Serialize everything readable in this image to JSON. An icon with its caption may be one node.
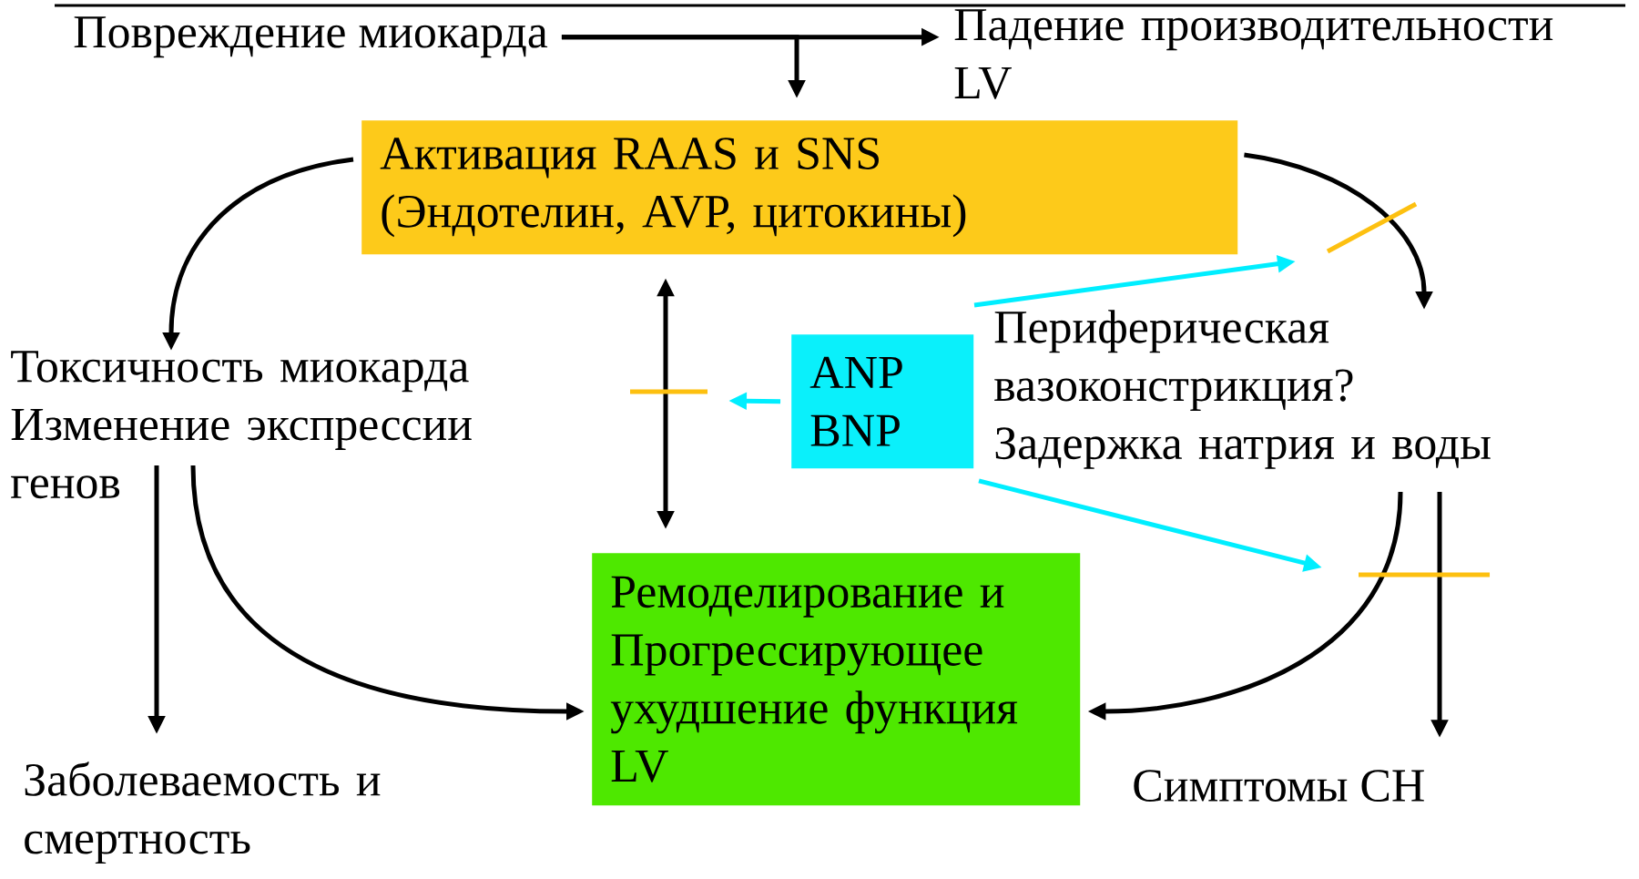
{
  "diagram": {
    "nodes": [
      {
        "text": [
          "Повреждение миокарда"
        ]
      },
      {
        "text": [
          "Падение производительности LV"
        ]
      },
      {
        "text": [
          "Активация RAAS и SNS",
          "(Эндотелин, AVP, цитокины)"
        ]
      },
      {
        "text": [
          "Токсичность миокарда",
          "Изменение экспрессии генов"
        ]
      },
      {
        "text": [
          "ANP",
          "BNP"
        ]
      },
      {
        "text": [
          "Периферическая вазоконстрикция?",
          "Задержка натрия и воды"
        ]
      },
      {
        "text": [
          "Ремоделирование и Прогрессирующее ухудшение функция LV"
        ]
      },
      {
        "text": [
          "Заболеваемость и смертность"
        ]
      },
      {
        "text": [
          "Симптомы СН"
        ]
      }
    ],
    "edges": [
      {
        "from": 0,
        "to": 1,
        "arrow": "to"
      },
      {
        "from": 0,
        "to": 2,
        "arrow": "to"
      },
      {
        "from": 2,
        "to": 3,
        "arrow": "to"
      },
      {
        "from": 2,
        "to": 5,
        "arrow": "to"
      },
      {
        "from": 2,
        "to": 6,
        "arrow": "both"
      },
      {
        "from": 4,
        "to": null,
        "arrow": "to",
        "color": "#00eeff"
      },
      {
        "from": 5,
        "to": null,
        "arrow": "to",
        "color": "#00eeff"
      },
      {
        "from": 5,
        "to": null,
        "arrow": "to",
        "color": "#00eeff"
      },
      {
        "from": 3,
        "to": 7,
        "arrow": "to"
      },
      {
        "from": 3,
        "to": 6,
        "arrow": "to"
      },
      {
        "from": 5,
        "to": 6,
        "arrow": "to"
      },
      {
        "from": 5,
        "to": 8,
        "arrow": "to"
      }
    ]
  }
}
